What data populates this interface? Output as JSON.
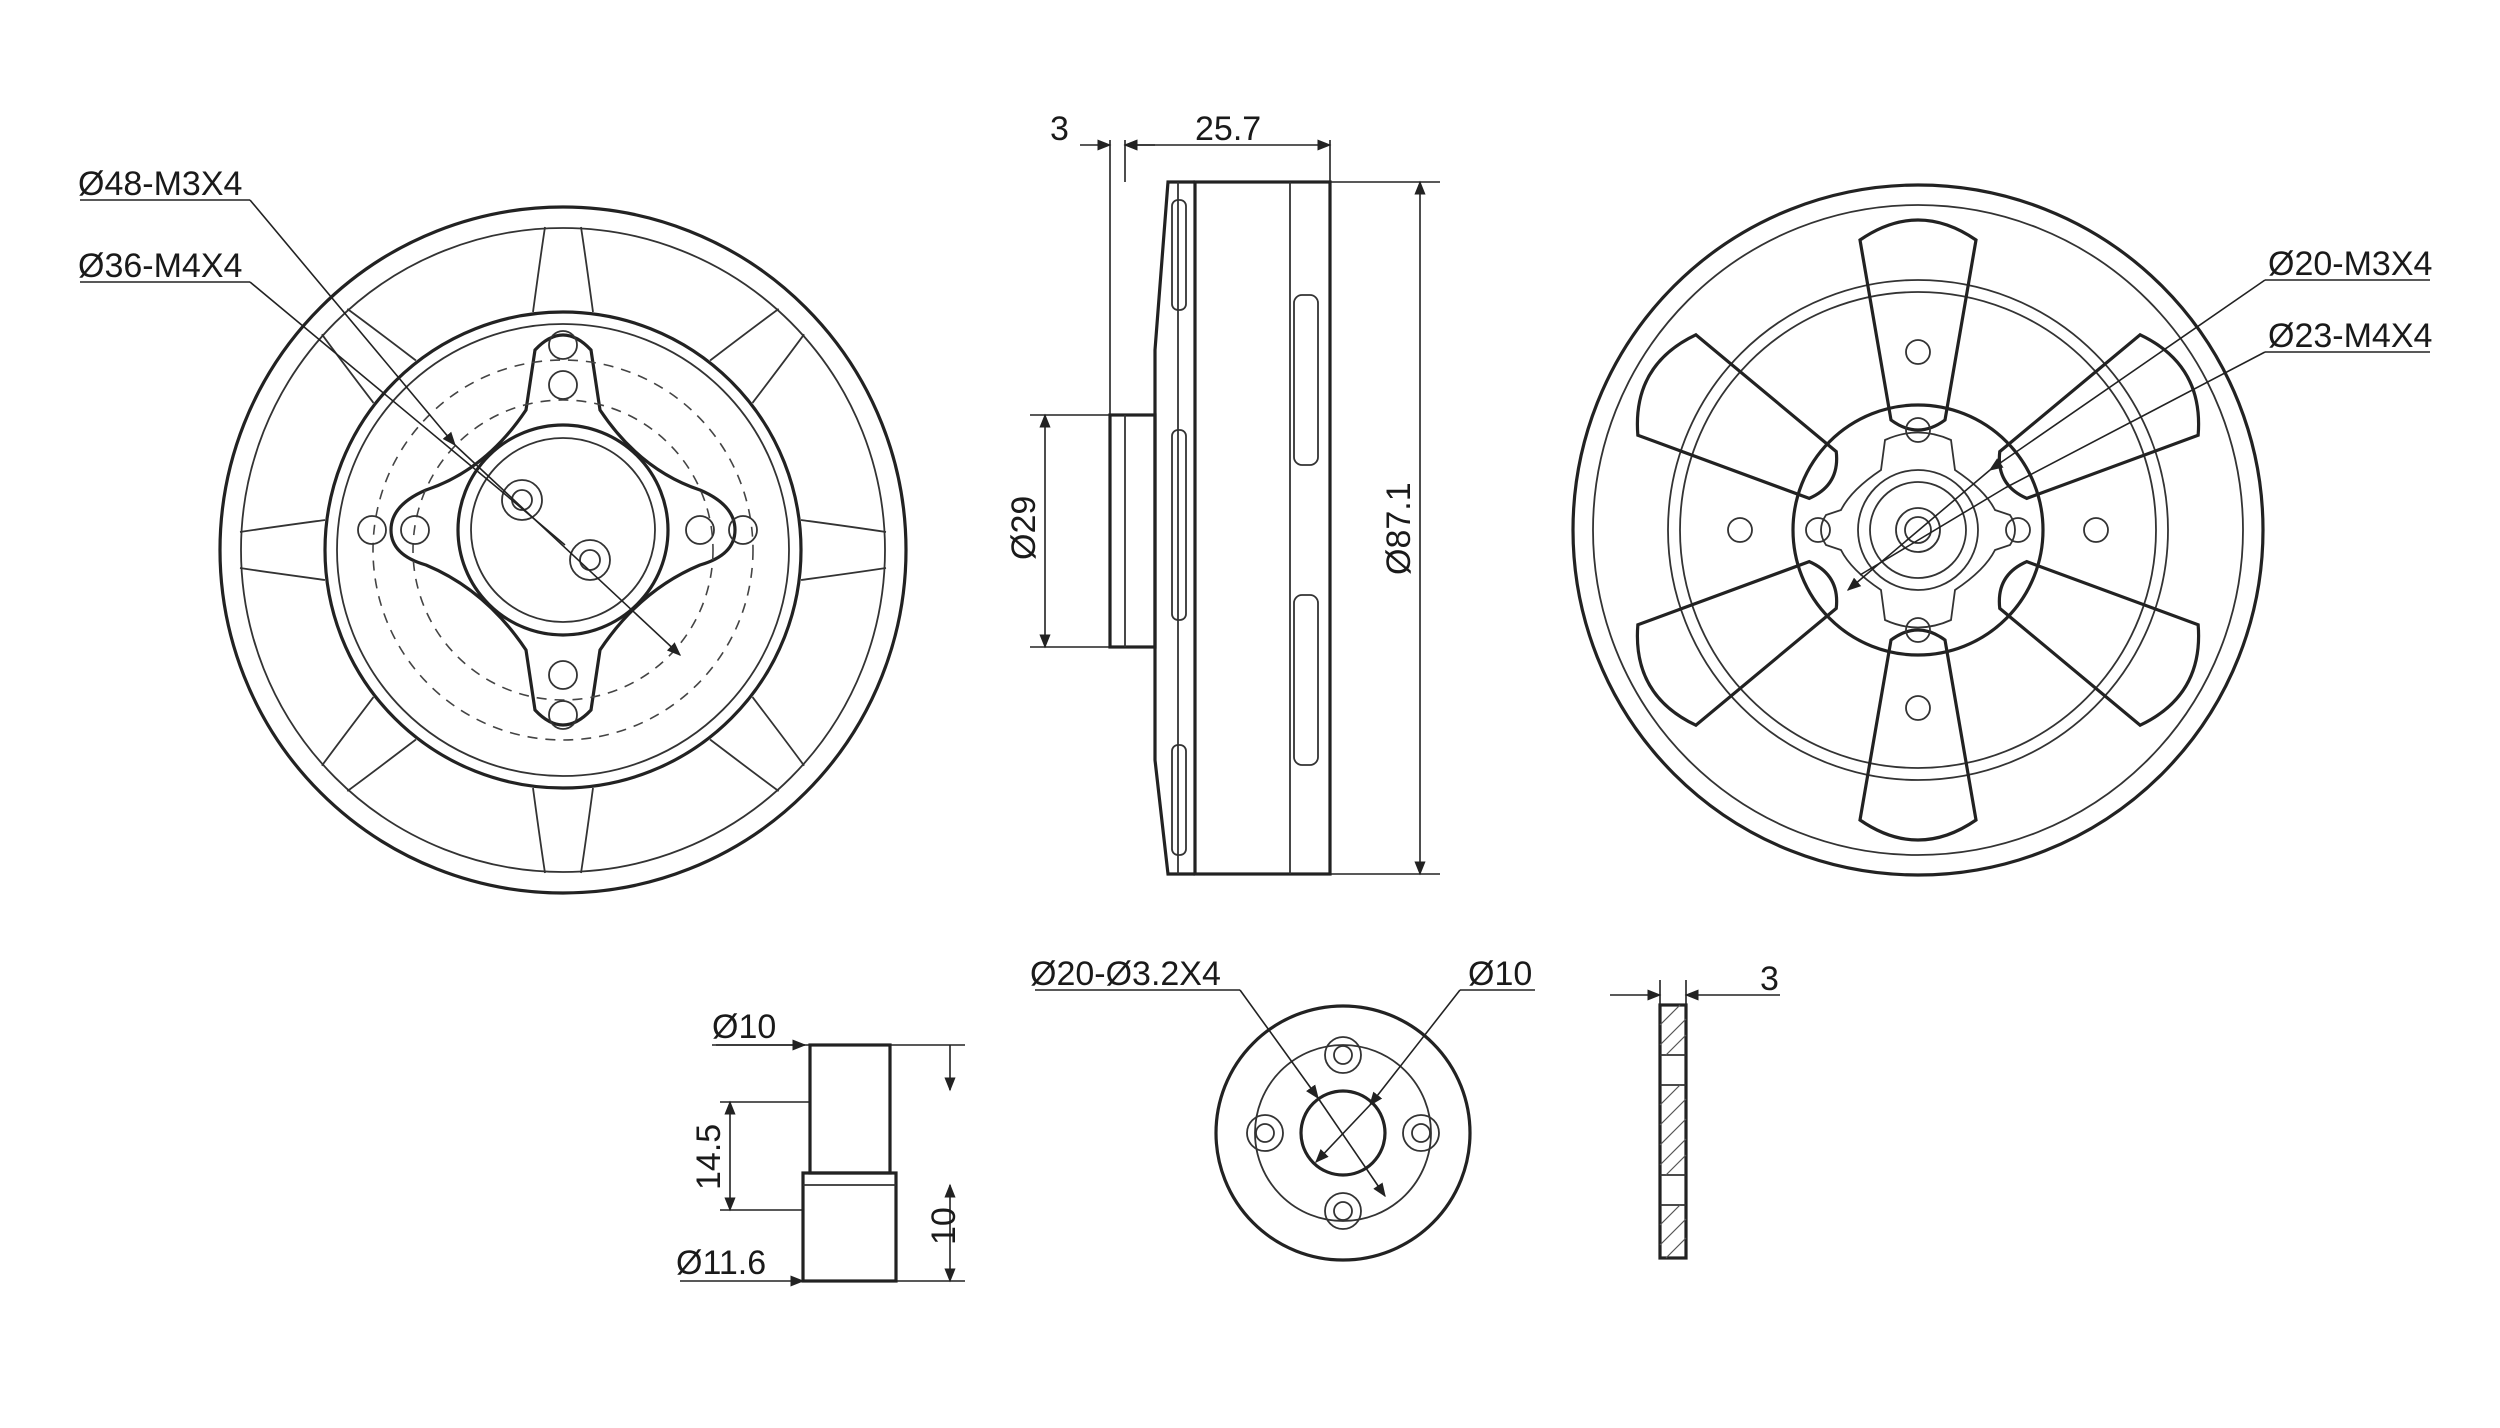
{
  "drawing": {
    "colors": {
      "line": "#222222",
      "background": "#ffffff"
    },
    "front_view": {
      "labels": {
        "outer_holes": "Ø48-M3X4",
        "inner_holes": "Ø36-M4X4"
      }
    },
    "side_view": {
      "labels": {
        "flange_thickness": "3",
        "body_height": "25.7",
        "shaft_boss_diameter": "Ø29",
        "outer_diameter": "Ø87.1"
      }
    },
    "rear_view": {
      "labels": {
        "inner_holes": "Ø20-M3X4",
        "outer_holes": "Ø23-M4X4"
      }
    },
    "shaft_detail": {
      "labels": {
        "top_diameter": "Ø10",
        "length": "14.5",
        "bottom_diameter": "Ø11.6",
        "bottom_length": "10"
      }
    },
    "adapter_front": {
      "labels": {
        "holes": "Ø20-Ø3.2X4",
        "bore": "Ø10"
      }
    },
    "adapter_side": {
      "labels": {
        "thickness": "3"
      }
    }
  }
}
